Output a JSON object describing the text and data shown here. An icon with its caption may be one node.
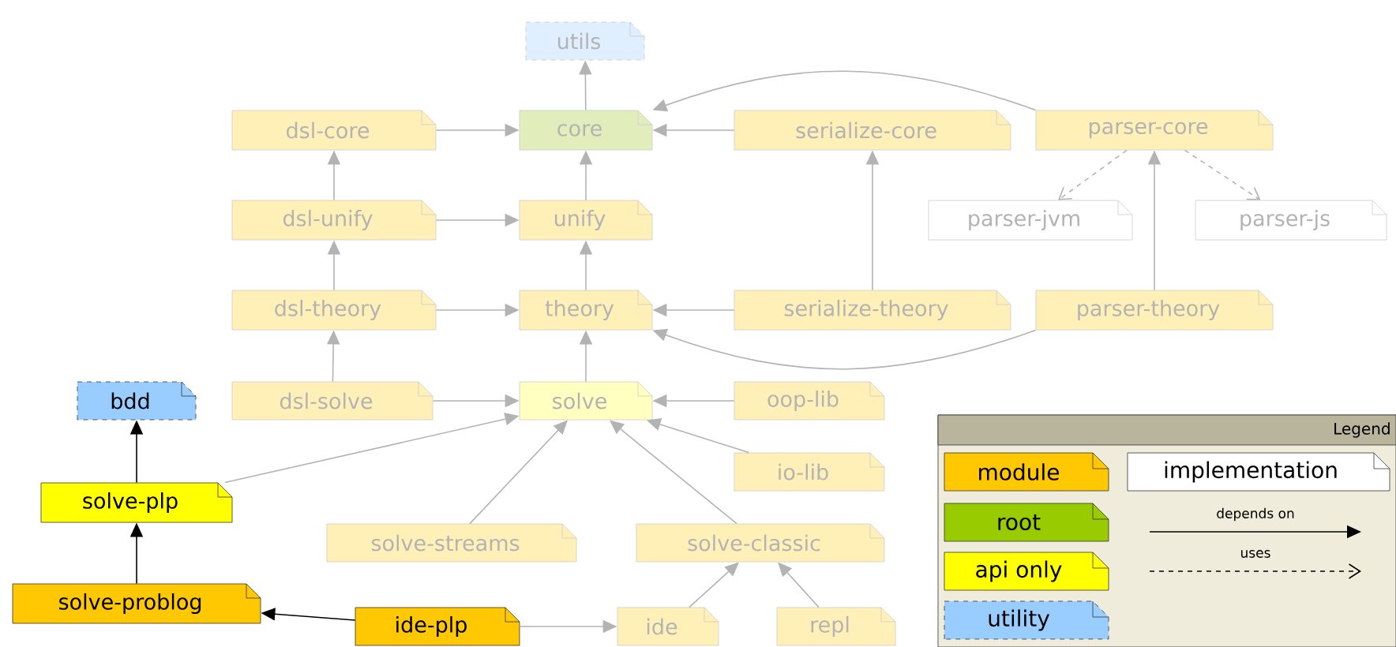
{
  "diagram": {
    "nodes": [
      {
        "text": [
          "utils"
        ]
      },
      {
        "text": [
          "dsl-core"
        ]
      },
      {
        "text": [
          "core"
        ]
      },
      {
        "text": [
          "serialize-core"
        ]
      },
      {
        "text": [
          "parser-core"
        ]
      },
      {
        "text": [
          "dsl-unify"
        ]
      },
      {
        "text": [
          "unify"
        ]
      },
      {
        "text": [
          "parser-jvm"
        ]
      },
      {
        "text": [
          "parser-js"
        ]
      },
      {
        "text": [
          "dsl-theory"
        ]
      },
      {
        "text": [
          "theory"
        ]
      },
      {
        "text": [
          "serialize-theory"
        ]
      },
      {
        "text": [
          "parser-theory"
        ]
      },
      {
        "text": [
          "bdd"
        ]
      },
      {
        "text": [
          "dsl-solve"
        ]
      },
      {
        "text": [
          "solve"
        ]
      },
      {
        "text": [
          "oop-lib"
        ]
      },
      {
        "text": [
          "io-lib"
        ]
      },
      {
        "text": [
          "solve-plp"
        ]
      },
      {
        "text": [
          "solve-streams"
        ]
      },
      {
        "text": [
          "solve-classic"
        ]
      },
      {
        "text": [
          "solve-problog"
        ]
      },
      {
        "text": [
          "ide-plp"
        ]
      },
      {
        "text": [
          "ide"
        ]
      },
      {
        "text": [
          "repl"
        ]
      }
    ],
    "edges": [
      {
        "from": 2,
        "to": 0,
        "arrow": "to"
      },
      {
        "from": 1,
        "to": 2,
        "arrow": "to"
      },
      {
        "from": 3,
        "to": 2,
        "arrow": "to"
      },
      {
        "from": 4,
        "to": 2,
        "arrow": "to"
      },
      {
        "from": 5,
        "to": 1,
        "arrow": "to"
      },
      {
        "from": 5,
        "to": 6,
        "arrow": "to"
      },
      {
        "from": 6,
        "to": 2,
        "arrow": "to"
      },
      {
        "from": 4,
        "to": 7,
        "arrow": "to",
        "style": "dashed"
      },
      {
        "from": 4,
        "to": 8,
        "arrow": "to",
        "style": "dashed"
      },
      {
        "from": 9,
        "to": 5,
        "arrow": "to"
      },
      {
        "from": 9,
        "to": 10,
        "arrow": "to"
      },
      {
        "from": 10,
        "to": 6,
        "arrow": "to"
      },
      {
        "from": 11,
        "to": 3,
        "arrow": "to"
      },
      {
        "from": 11,
        "to": 10,
        "arrow": "to"
      },
      {
        "from": 12,
        "to": 4,
        "arrow": "to"
      },
      {
        "from": 12,
        "to": 10,
        "arrow": "to"
      },
      {
        "from": 14,
        "to": 9,
        "arrow": "to"
      },
      {
        "from": 14,
        "to": 15,
        "arrow": "to"
      },
      {
        "from": 15,
        "to": 10,
        "arrow": "to"
      },
      {
        "from": 16,
        "to": 15,
        "arrow": "to"
      },
      {
        "from": 17,
        "to": 15,
        "arrow": "to"
      },
      {
        "from": 18,
        "to": 15,
        "arrow": "to"
      },
      {
        "from": 18,
        "to": 13,
        "arrow": "to",
        "color": "#000000"
      },
      {
        "from": 19,
        "to": 15,
        "arrow": "to"
      },
      {
        "from": 20,
        "to": 15,
        "arrow": "to"
      },
      {
        "from": 21,
        "to": 18,
        "arrow": "to",
        "color": "#000000"
      },
      {
        "from": 22,
        "to": 21,
        "arrow": "to",
        "color": "#000000"
      },
      {
        "from": 22,
        "to": 23,
        "arrow": "to"
      },
      {
        "from": 23,
        "to": 20,
        "arrow": "to"
      },
      {
        "from": 24,
        "to": 20,
        "arrow": "to"
      }
    ],
    "labels": [
      "Legend"
    ],
    "legend": [
      {
        "text": "module",
        "color": "#ffc800"
      },
      {
        "text": "root",
        "color": "#99cc00"
      },
      {
        "text": "api only",
        "color": "#ffff00"
      },
      {
        "text": "utility",
        "color": "#99ccff"
      },
      {
        "text": "implementation",
        "color": "#ffffff"
      },
      {
        "text": "depends on"
      },
      {
        "text": "uses"
      }
    ]
  }
}
